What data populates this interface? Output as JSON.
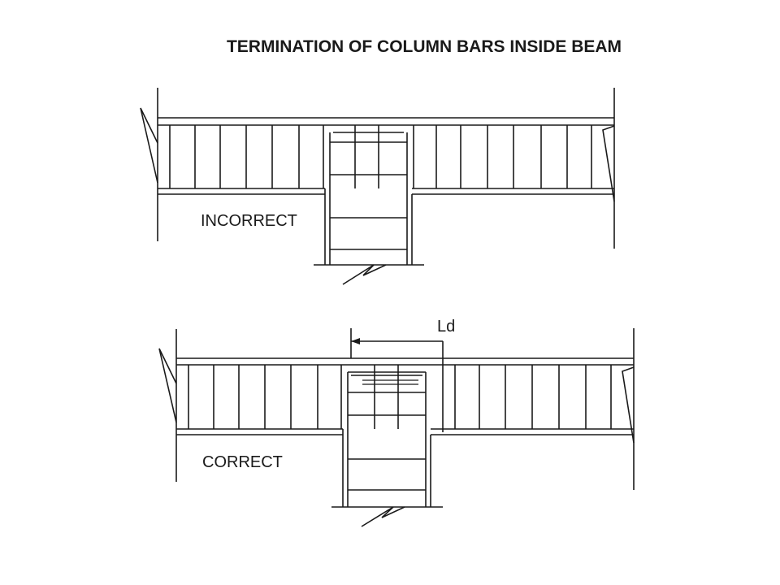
{
  "title": "TERMINATION OF COLUMN BARS INSIDE BEAM",
  "panels": [
    {
      "id": "incorrect",
      "label": "INCORRECT"
    },
    {
      "id": "correct",
      "label": "CORRECT",
      "dimension_label": "Ld"
    }
  ]
}
